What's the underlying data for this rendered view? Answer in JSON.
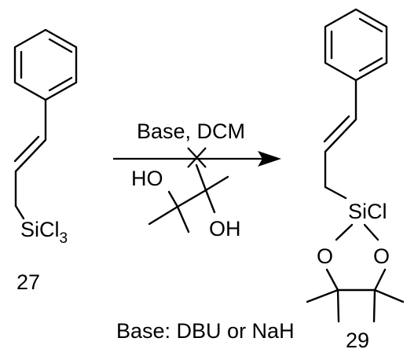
{
  "compounds": {
    "reactant": {
      "number": "27",
      "group_main": "SiCl",
      "group_sub": "3"
    },
    "product": {
      "number": "29",
      "group": "SiCl",
      "ring_oxygen_left": "O",
      "ring_oxygen_right": "O"
    }
  },
  "reaction": {
    "conditions": "Base, DCM",
    "reagent_oh_left": "HO",
    "reagent_oh_right": "OH",
    "note": "Base: DBU or NaH",
    "blocked": true
  }
}
